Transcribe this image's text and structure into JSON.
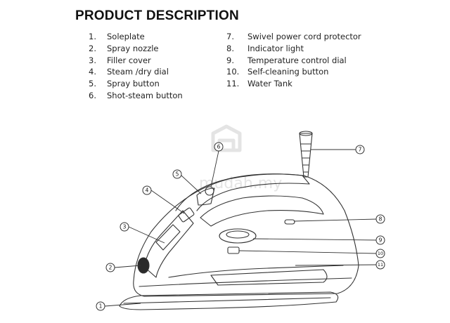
{
  "title": "PRODUCT DESCRIPTION",
  "parts": [
    {
      "num": "1.",
      "label": "Soleplate"
    },
    {
      "num": "2.",
      "label": "Spray nozzle"
    },
    {
      "num": "3.",
      "label": "Filler cover"
    },
    {
      "num": "4.",
      "label": "Steam /dry dial"
    },
    {
      "num": "5.",
      "label": "Spray button"
    },
    {
      "num": "6.",
      "label": "Shot-steam button"
    },
    {
      "num": "7.",
      "label": "Swivel power cord protector"
    },
    {
      "num": "8.",
      "label": "Indicator light"
    },
    {
      "num": "9.",
      "label": "Temperature control dial"
    },
    {
      "num": "10.",
      "label": "Self-cleaning button"
    },
    {
      "num": "11.",
      "label": "Water Tank"
    }
  ],
  "callouts": [
    "1",
    "2",
    "3",
    "4",
    "5",
    "6",
    "7",
    "8",
    "9",
    "10",
    "11"
  ],
  "watermark": "mudah.my",
  "colors": {
    "line": "#333333",
    "text": "#111111"
  }
}
